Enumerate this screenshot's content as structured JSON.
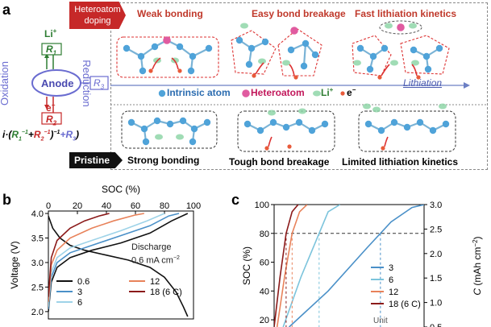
{
  "panel_a": {
    "label": "a",
    "heteroatom_doping_label_line1": "Heteroatom",
    "heteroatom_doping_label_line2": "doping",
    "pristine_label": "Pristine",
    "top_headings": [
      "Weak bonding",
      "Easy bond breakage",
      "Fast lithiation kinetics"
    ],
    "bottom_headings": [
      "Strong bonding",
      "Tough bond breakage",
      "Limited lithiation kinetics"
    ],
    "legend": {
      "intrinsic": "Intrinsic atom",
      "heteroatom": "Heteroatom",
      "li": "Li",
      "li_sup": "+",
      "electron": "e",
      "electron_sup": "−"
    },
    "lithiation_label": "Lithiation",
    "circuit": {
      "anode": "Anode",
      "oxidation": "Oxidation",
      "reduction": "Reduction",
      "li": "Li",
      "li_sup": "+",
      "e": "e",
      "e_sup": "−",
      "r1": "R",
      "r1_sub": "1",
      "r2": "R",
      "r2_sub": "2",
      "r3": "R",
      "r3_sub": "3",
      "equation_prefix": "i·(",
      "equation_r1": "R",
      "equation_r1_sub": "1",
      "equation_r1_sup": "−1",
      "equation_plus": "+",
      "equation_r2": "R",
      "equation_r2_sub": "2",
      "equation_r2_sup": "−1",
      "equation_suffix": ")",
      "equation_tail_sup": "−1",
      "equation_tail": "+R",
      "equation_tail_sub": "3",
      "equation_tail_end": ")"
    }
  },
  "panel_b": {
    "label": "b",
    "discharge_line1": "Discharge",
    "discharge_line2": "0.6 mA cm",
    "discharge_line2_sup": "−2",
    "chart_data": {
      "type": "line",
      "xlabel_top": "SOC (%)",
      "ylabel": "Voltage (V)",
      "top_xlim": [
        0,
        100
      ],
      "top_xticks": [
        0,
        20,
        40,
        60,
        80,
        100
      ],
      "ylim": [
        1.85,
        4.05
      ],
      "yticks": [
        2.0,
        2.5,
        3.0,
        3.5,
        4.0
      ],
      "legend": [
        "0.6",
        "3",
        "6",
        "12",
        "18 (6 C)"
      ],
      "colors": {
        "0.6": "#111111",
        "3": "#4a90c8",
        "6": "#9ed3e8",
        "12": "#e8825a",
        "18": "#8b1a1a"
      },
      "series": [
        {
          "name": "0.6",
          "role": "discharge",
          "points": [
            [
              0,
              3.95
            ],
            [
              3,
              3.7
            ],
            [
              8,
              3.5
            ],
            [
              15,
              3.35
            ],
            [
              25,
              3.25
            ],
            [
              40,
              3.15
            ],
            [
              55,
              3.05
            ],
            [
              70,
              2.9
            ],
            [
              80,
              2.7
            ],
            [
              88,
              2.4
            ],
            [
              93,
              2.1
            ],
            [
              96,
              1.9
            ]
          ]
        },
        {
          "name": "0.6",
          "role": "charge",
          "points": [
            [
              0,
              2.0
            ],
            [
              2,
              2.6
            ],
            [
              6,
              2.9
            ],
            [
              15,
              3.1
            ],
            [
              30,
              3.25
            ],
            [
              50,
              3.4
            ],
            [
              70,
              3.6
            ],
            [
              85,
              3.85
            ],
            [
              96,
              4.0
            ]
          ]
        },
        {
          "name": "3",
          "points": [
            [
              0,
              2.05
            ],
            [
              2,
              2.7
            ],
            [
              6,
              3.0
            ],
            [
              15,
              3.2
            ],
            [
              30,
              3.35
            ],
            [
              50,
              3.55
            ],
            [
              70,
              3.75
            ],
            [
              83,
              3.95
            ],
            [
              90,
              4.0
            ]
          ]
        },
        {
          "name": "6",
          "points": [
            [
              0,
              2.1
            ],
            [
              2,
              2.8
            ],
            [
              6,
              3.1
            ],
            [
              15,
              3.3
            ],
            [
              30,
              3.45
            ],
            [
              50,
              3.65
            ],
            [
              68,
              3.85
            ],
            [
              80,
              4.0
            ]
          ]
        },
        {
          "name": "12",
          "points": [
            [
              0,
              2.2
            ],
            [
              2,
              2.95
            ],
            [
              6,
              3.25
            ],
            [
              15,
              3.5
            ],
            [
              30,
              3.7
            ],
            [
              45,
              3.85
            ],
            [
              60,
              3.97
            ],
            [
              66,
              4.0
            ]
          ]
        },
        {
          "name": "18",
          "points": [
            [
              0,
              2.3
            ],
            [
              2,
              3.1
            ],
            [
              6,
              3.45
            ],
            [
              15,
              3.7
            ],
            [
              25,
              3.85
            ],
            [
              35,
              3.95
            ],
            [
              42,
              4.0
            ]
          ]
        }
      ]
    }
  },
  "panel_c": {
    "label": "c",
    "unit_fragment": "Unit",
    "chart_data": {
      "type": "line",
      "ylabel_left": "SOC (%)",
      "ylabel_right": "C (mAh cm",
      "ylabel_right_sup": "−2",
      "ylabel_right_end": ")",
      "left_ylim": [
        15,
        100
      ],
      "left_yticks": [
        20,
        40,
        60,
        80,
        100
      ],
      "right_ylim": [
        0.5,
        3.0
      ],
      "right_yticks": [
        "0.5",
        "1.0",
        "1.5",
        "2.0",
        "2.5",
        "3.0"
      ],
      "legend": [
        "3",
        "6",
        "12",
        "18 (6 C)"
      ],
      "colors": {
        "3": "#4a90c8",
        "6": "#7cc4dc",
        "12": "#e8825a",
        "18": "#8b1a1a"
      },
      "reference_line_soc": 80
    }
  }
}
